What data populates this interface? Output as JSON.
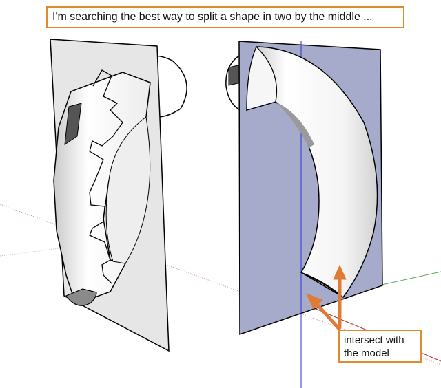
{
  "title_text": "I'm searching the best way to split a shape in two by the middle ...",
  "annotation": {
    "line1": "intersect with",
    "line2": "the model"
  },
  "colors": {
    "callout_border": "#e08a2e",
    "arrow": "#e07b36",
    "left_plane": "#e6e6e6",
    "right_plane": "#a6abcc",
    "axis_green": "#55a355",
    "axis_red": "#b03030",
    "axis_blue": "#2a35c8"
  }
}
